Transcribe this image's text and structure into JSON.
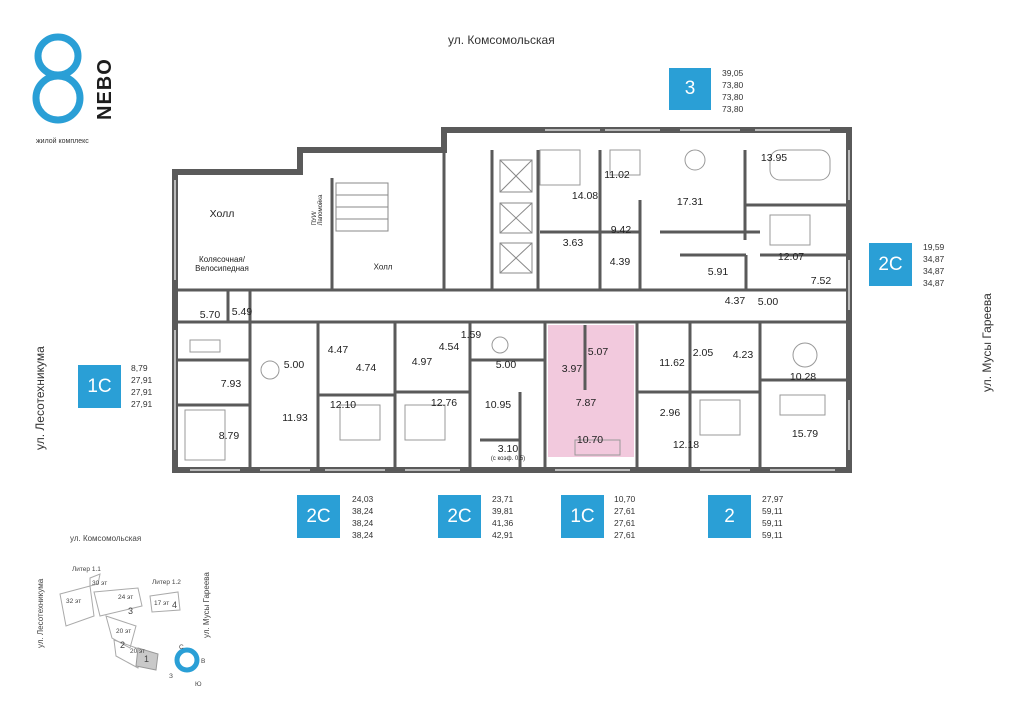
{
  "logo": {
    "number": "8",
    "word": "NEBO",
    "tagline": "жилой комплекс"
  },
  "streets": {
    "top": "ул. Комсомольская",
    "left": "ул. Лесотехникума",
    "right": "ул. Мусы Гареева"
  },
  "badges": [
    {
      "id": "b3",
      "label": "3",
      "areas": [
        "39,05",
        "73,80",
        "73,80",
        "73,80"
      ]
    },
    {
      "id": "b2c-right",
      "label": "2С",
      "areas": [
        "19,59",
        "34,87",
        "34,87",
        "34,87"
      ]
    },
    {
      "id": "b1c-left",
      "label": "1С",
      "areas": [
        "8,79",
        "27,91",
        "27,91",
        "27,91"
      ]
    },
    {
      "id": "b2c-a",
      "label": "2С",
      "areas": [
        "24,03",
        "38,24",
        "38,24",
        "38,24"
      ]
    },
    {
      "id": "b2c-b",
      "label": "2С",
      "areas": [
        "23,71",
        "39,81",
        "41,36",
        "42,91"
      ]
    },
    {
      "id": "b1c-c",
      "label": "1С",
      "areas": [
        "10,70",
        "27,61",
        "27,61",
        "27,61"
      ]
    },
    {
      "id": "b2",
      "label": "2",
      "areas": [
        "27,97",
        "59,11",
        "59,11",
        "59,11"
      ]
    }
  ],
  "rooms": {
    "hall_left": "Холл",
    "stroller": "Колясочная/\nВелосипедная",
    "hall_center": "Холл",
    "puy": "ПУИ/\nЛапомойка",
    "r_14_08": "14.08",
    "r_11_02": "11.02",
    "r_17_31": "17.31",
    "r_13_95": "13.95",
    "r_9_42": "9.42",
    "r_3_63": "3.63",
    "r_4_39": "4.39",
    "r_12_07": "12.07",
    "r_5_91": "5.91",
    "r_7_52": "7.52",
    "r_4_37": "4.37",
    "r_5_00_r": "5.00",
    "r_5_70": "5.70",
    "r_5_49": "5.49",
    "r_7_93": "7.93",
    "r_8_79": "8.79",
    "r_5_00_a": "5.00",
    "r_4_47": "4.47",
    "r_4_74": "4.74",
    "r_11_93": "11.93",
    "r_12_10": "12.10",
    "r_4_97": "4.97",
    "r_4_54": "4.54",
    "r_1_59": "1.59",
    "r_5_00_b": "5.00",
    "r_12_76": "12.76",
    "r_10_95": "10.95",
    "r_3_10": "3.10",
    "r_3_10_note": "(с коэф. 0,5)",
    "r_5_07": "5.07",
    "r_3_97": "3.97",
    "r_7_87": "7.87",
    "r_10_70": "10.70",
    "r_11_62": "11.62",
    "r_2_05": "2.05",
    "r_4_23": "4.23",
    "r_10_28": "10.28",
    "r_2_96": "2.96",
    "r_12_18": "12.18",
    "r_15_79": "15.79"
  },
  "minimap": {
    "street_top": "ул. Комсомольская",
    "street_left": "ул. Лесотехникума",
    "street_right": "ул. Мусы Гареева",
    "liter11": "Литер 1.1",
    "liter12": "Литер 1.2",
    "f30": "30 эт",
    "f32": "32 эт",
    "f24": "24 эт",
    "f17": "17 эт",
    "f20a": "20 эт",
    "f20b": "20 эт",
    "n1": "1",
    "n2": "2",
    "n3": "3",
    "n4": "4",
    "compass": {
      "n": "С",
      "e": "В",
      "s": "Ю",
      "w": "З"
    }
  },
  "colors": {
    "accent": "#2a9fd6",
    "highlight": "#f2c9dd",
    "wall": "#5a5a5a"
  }
}
